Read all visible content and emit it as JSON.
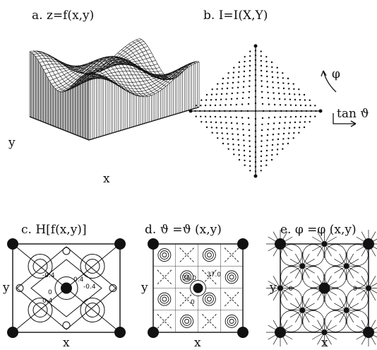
{
  "panels": {
    "a": {
      "title": "a.  z=f(x,y)",
      "xlabel": "x",
      "ylabel": "y"
    },
    "b": {
      "title": "b.  I=I(X,Y)",
      "phi_label": "φ",
      "tan_label": "tan ϑ"
    },
    "c": {
      "title": "c.  H[f(x,y)]",
      "xlabel": "x",
      "ylabel": "y",
      "annotations": [
        "-0.4",
        "-0.4",
        "0.4",
        "0.4",
        "0"
      ]
    },
    "d": {
      "title": "d.  ϑ =ϑ (x,y)",
      "xlabel": "x",
      "ylabel": "y",
      "annotations": [
        "36.0",
        "37.0",
        "0"
      ]
    },
    "e": {
      "title": "e.  φ =φ (x,y)",
      "xlabel": "x",
      "ylabel": "y",
      "annotations": [
        "0",
        "0"
      ]
    }
  },
  "colors": {
    "ink": "#111111",
    "background": "#ffffff"
  }
}
